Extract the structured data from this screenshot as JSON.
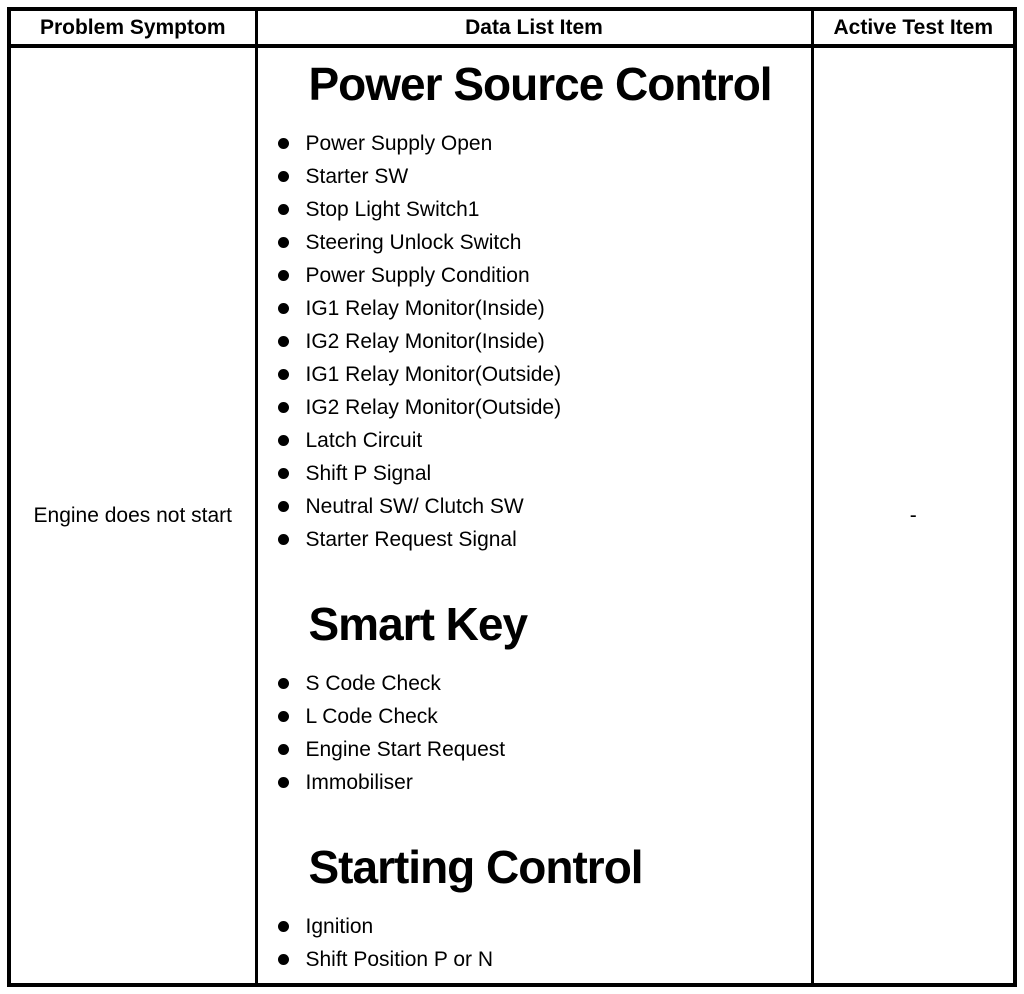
{
  "table": {
    "headers": {
      "problem_symptom": "Problem Symptom",
      "data_list_item": "Data List Item",
      "active_test_item": "Active Test Item"
    },
    "row": {
      "problem_symptom": "Engine does not start",
      "active_test_item": "-",
      "sections": [
        {
          "title": "Power Source Control",
          "items": [
            "Power Supply Open",
            "Starter SW",
            "Stop Light Switch1",
            "Steering Unlock Switch",
            "Power Supply Condition",
            "IG1 Relay Monitor(Inside)",
            "IG2 Relay Monitor(Inside)",
            "IG1 Relay Monitor(Outside)",
            "IG2 Relay Monitor(Outside)",
            "Latch Circuit",
            "Shift P Signal",
            "Neutral SW/ Clutch SW",
            "Starter Request Signal"
          ]
        },
        {
          "title": "Smart Key",
          "items": [
            "S Code Check",
            "L Code Check",
            "Engine Start Request",
            "Immobiliser"
          ]
        },
        {
          "title": "Starting Control",
          "items": [
            "Ignition",
            "Shift Position P or N"
          ]
        }
      ]
    },
    "colors": {
      "border": "#000000",
      "background": "#ffffff",
      "text": "#000000"
    }
  }
}
